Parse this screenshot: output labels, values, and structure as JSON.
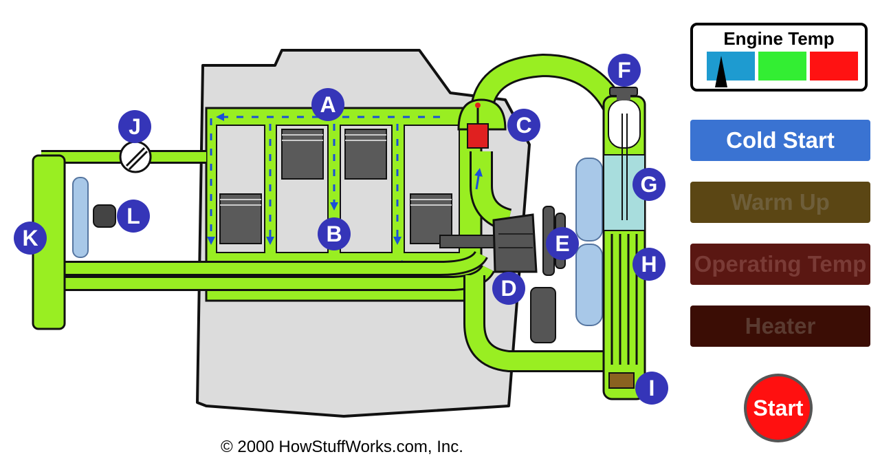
{
  "labels": {
    "a": "A",
    "b": "B",
    "c": "C",
    "d": "D",
    "e": "E",
    "f": "F",
    "g": "G",
    "h": "H",
    "i": "I",
    "j": "J",
    "k": "K",
    "l": "L"
  },
  "gauge": {
    "title": "Engine Temp",
    "colors": [
      "#1e9bd0",
      "#33ee33",
      "#ff1212"
    ],
    "needle_segment": "cold"
  },
  "modes": [
    {
      "label": "Cold Start",
      "bg": "#3a73d2",
      "fg": "#ffffff"
    },
    {
      "label": "Warm Up",
      "bg": "#5b4614",
      "fg": "#6e5e3a"
    },
    {
      "label": "Operating Temp",
      "bg": "#5a1712",
      "fg": "#7a3b36"
    },
    {
      "label": "Heater",
      "bg": "#3b0d05",
      "fg": "#5a3a30"
    }
  ],
  "start_label": "Start",
  "copyright": "© 2000 HowStuffWorks.com, Inc.",
  "colors": {
    "coolant": "#99ee22",
    "engine": "#dcdcdc",
    "label_bg": "#3535b8"
  }
}
